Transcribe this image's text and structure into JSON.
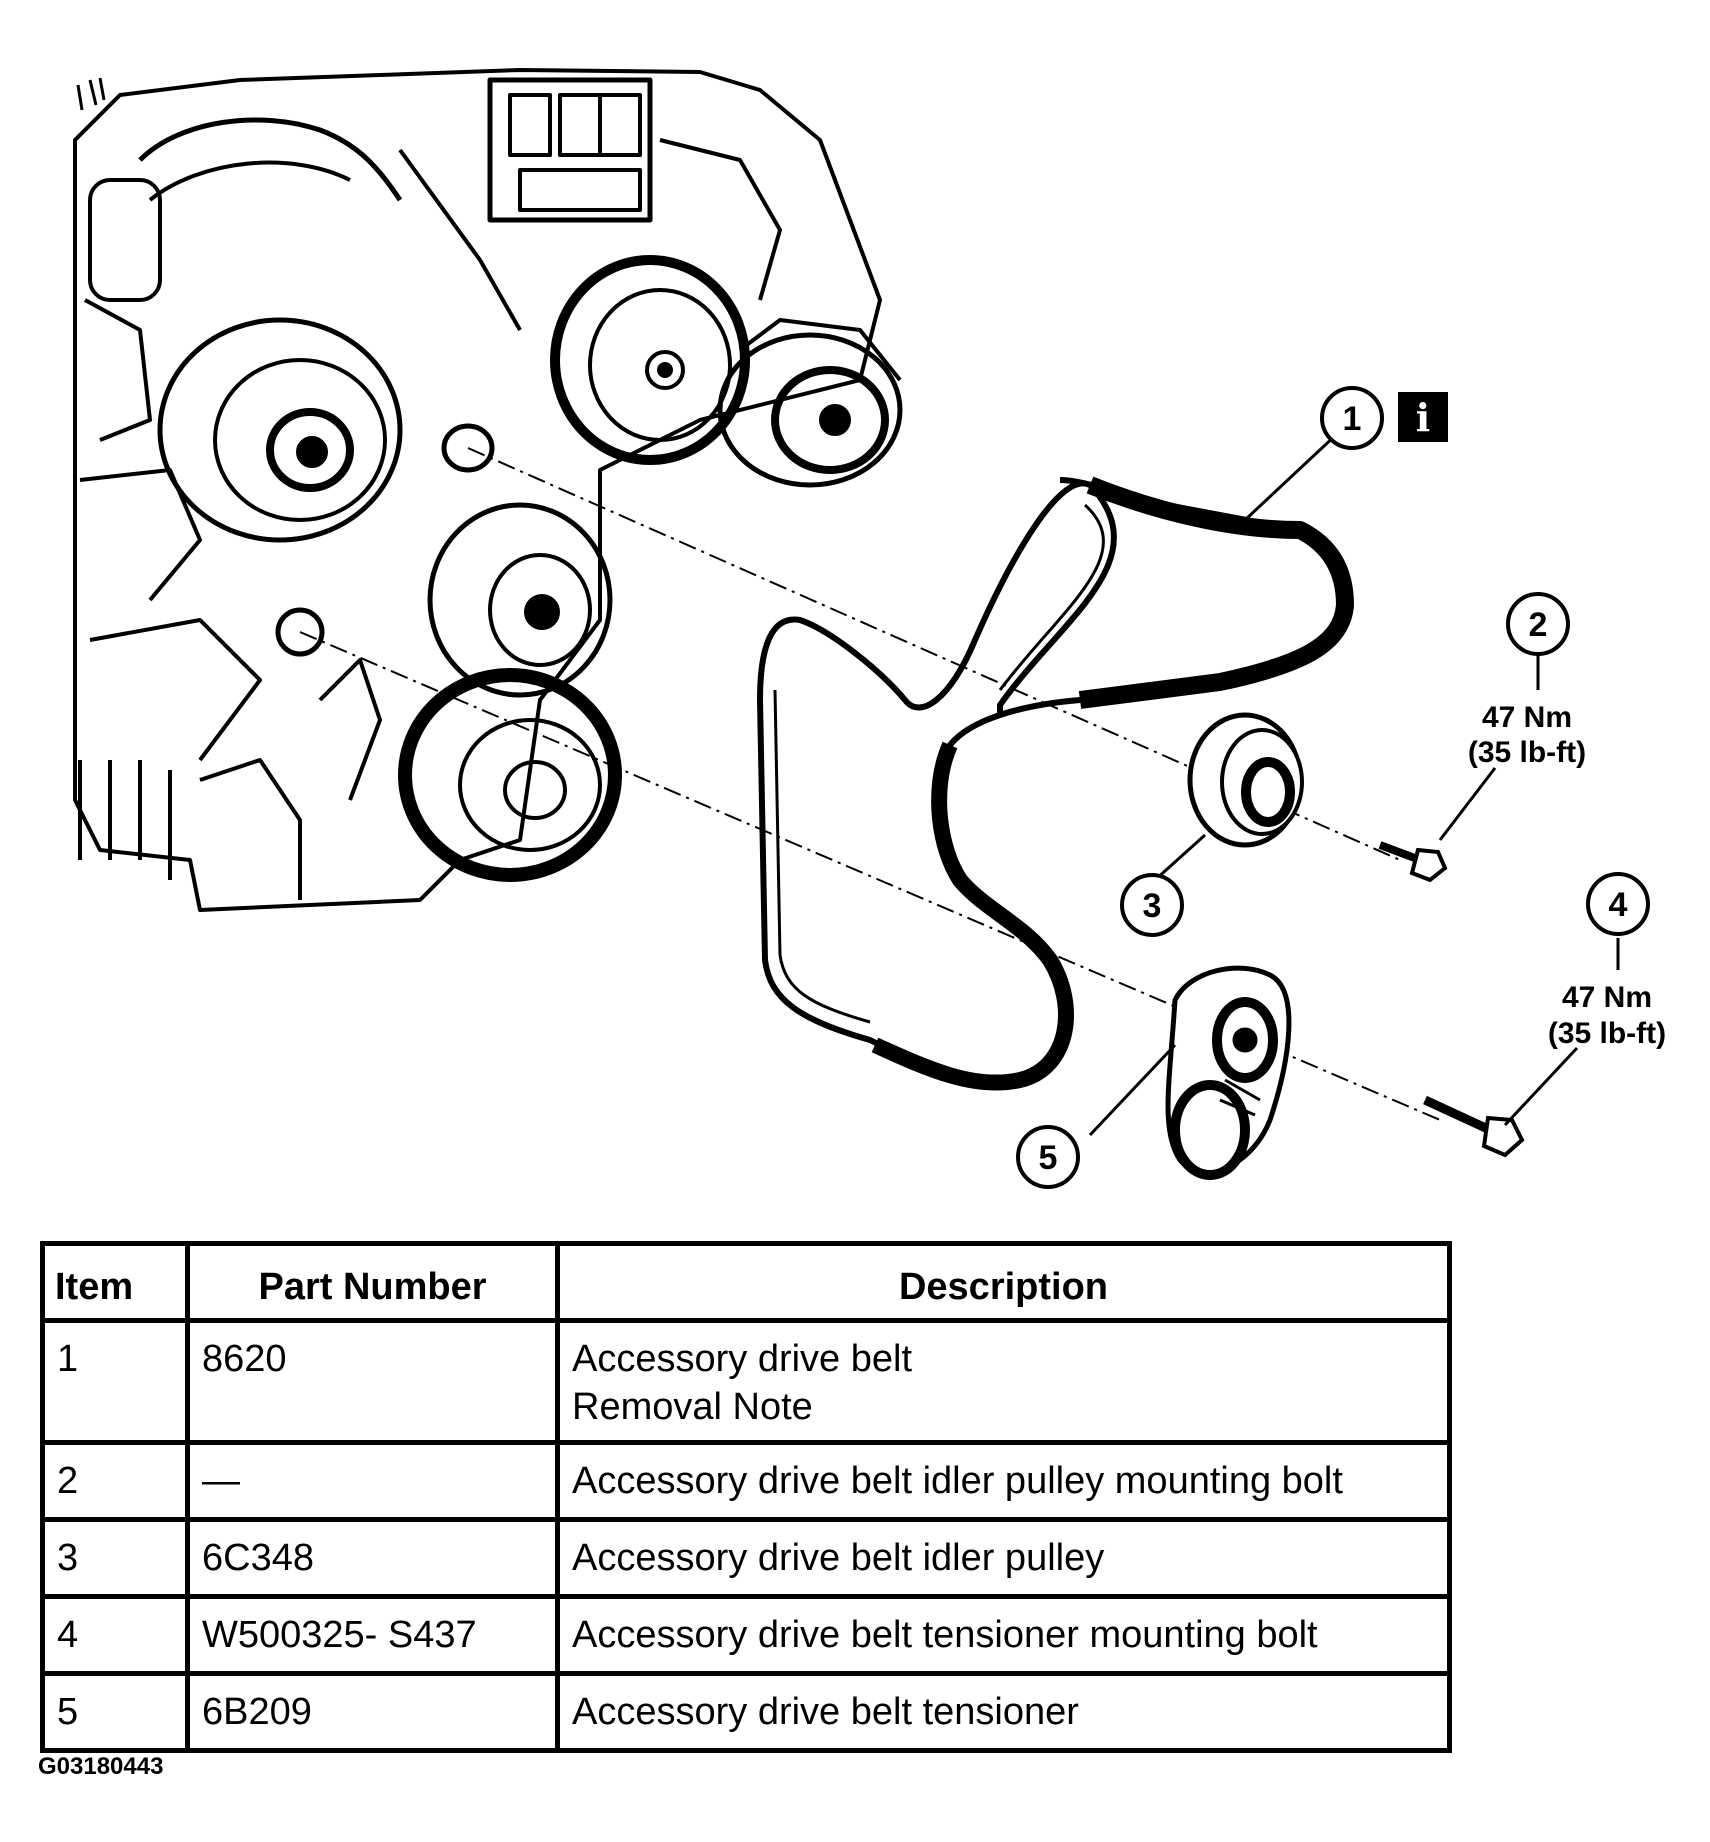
{
  "callouts": {
    "c1": "1",
    "c2": "2",
    "c3": "3",
    "c4": "4",
    "c5": "5",
    "info_icon": "i",
    "torque_2_nm": "47 Nm",
    "torque_2_lbft": "(35 lb-ft)",
    "torque_4_nm": "47 Nm",
    "torque_4_lbft": "(35 lb-ft)"
  },
  "table": {
    "headers": {
      "item": "Item",
      "part_number": "Part Number",
      "description": "Description"
    },
    "rows": [
      {
        "item": "1",
        "part_number": "8620",
        "description": "Accessory drive belt",
        "note": "Removal Note"
      },
      {
        "item": "2",
        "part_number": "—",
        "description": "Accessory drive belt idler pulley mounting bolt"
      },
      {
        "item": "3",
        "part_number": "6C348",
        "description": "Accessory drive belt idler pulley"
      },
      {
        "item": "4",
        "part_number": "W500325- S437",
        "description": "Accessory drive belt tensioner mounting bolt"
      },
      {
        "item": "5",
        "part_number": "6B209",
        "description": "Accessory drive belt tensioner"
      }
    ]
  },
  "figure_id": "G03180443"
}
